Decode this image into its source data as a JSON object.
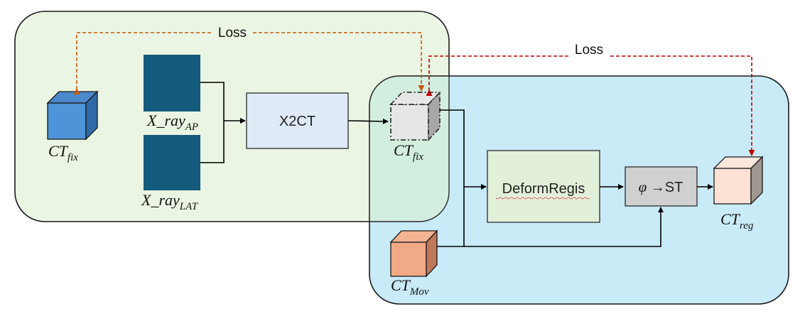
{
  "loss_label_top": "Loss",
  "loss_label_right": "Loss",
  "inputs": {
    "xray_ap": {
      "base": "X_ray",
      "sub": "AP"
    },
    "xray_lat": {
      "base": "X_ray",
      "sub": "LAT"
    }
  },
  "ct_fix_left": {
    "base": "CT",
    "sub": "fix"
  },
  "ct_fix_pred": {
    "base": "CT",
    "sub": "fix"
  },
  "ct_mov": {
    "base": "CT",
    "sub": "Mov"
  },
  "ct_reg": {
    "base": "CT",
    "sub": "reg"
  },
  "x2ct_label": "X2CT",
  "deform_label": "DeformRegis",
  "st_label": {
    "phi": "φ",
    "rest": " →ST"
  },
  "colors": {
    "green_panel": "#ebf5e3",
    "blue_panel": "#c9ebf8",
    "overlap_panel": "#d2eedf",
    "xray_squares": "#135a7c",
    "x2ct_box": "#deebf6",
    "deform_box": "#e2f0d9",
    "st_box": "#d0d0d0",
    "ct_fix_cube": "#4f93d8",
    "ct_mov_cube": "#f2a985",
    "ct_reg_cube": "#fbe2d5",
    "ct_pred_cube": "#e6e6e6",
    "loss_arrow_orange": "#c55a11",
    "loss_arrow_red": "#c00000"
  }
}
